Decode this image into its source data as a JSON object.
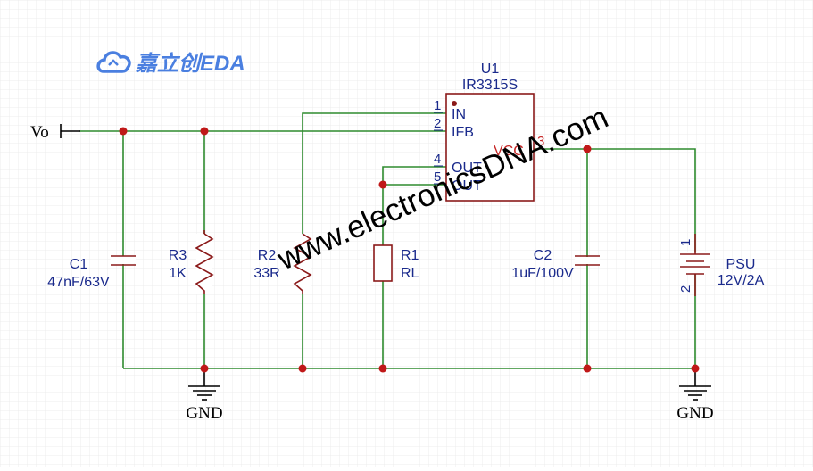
{
  "logo": {
    "text": "嘉立创EDA",
    "color": "#4a7fe0"
  },
  "watermark": {
    "text": "www.electronicsDNA.com"
  },
  "colors": {
    "wire": "#2e8b2e",
    "part": "#8b1a1a",
    "label": "#1a2a8c",
    "pin_number": "#c62828",
    "junction": "#c01818",
    "grid": "#e9e9e9"
  },
  "u1": {
    "ref": "U1",
    "value": "IR3315S",
    "pins": [
      {
        "number": "1",
        "name": "IN"
      },
      {
        "number": "2",
        "name": "IFB"
      },
      {
        "number": "4",
        "name": "OUT"
      },
      {
        "number": "5",
        "name": "OUT"
      },
      {
        "number": "3",
        "name": "VCC"
      }
    ]
  },
  "vo": {
    "label": "Vo"
  },
  "c1": {
    "ref": "C1",
    "value": "47nF/63V"
  },
  "r3": {
    "ref": "R3",
    "value": "1K"
  },
  "r2": {
    "ref": "R2",
    "value": "33R"
  },
  "r1": {
    "ref": "R1",
    "value": "RL"
  },
  "c2": {
    "ref": "C2",
    "value": "1uF/100V"
  },
  "psu": {
    "ref": "PSU",
    "value": "12V/2A",
    "pin1": "1",
    "pin2": "2"
  },
  "gnd_left": {
    "label": "GND"
  },
  "gnd_right": {
    "label": "GND"
  }
}
